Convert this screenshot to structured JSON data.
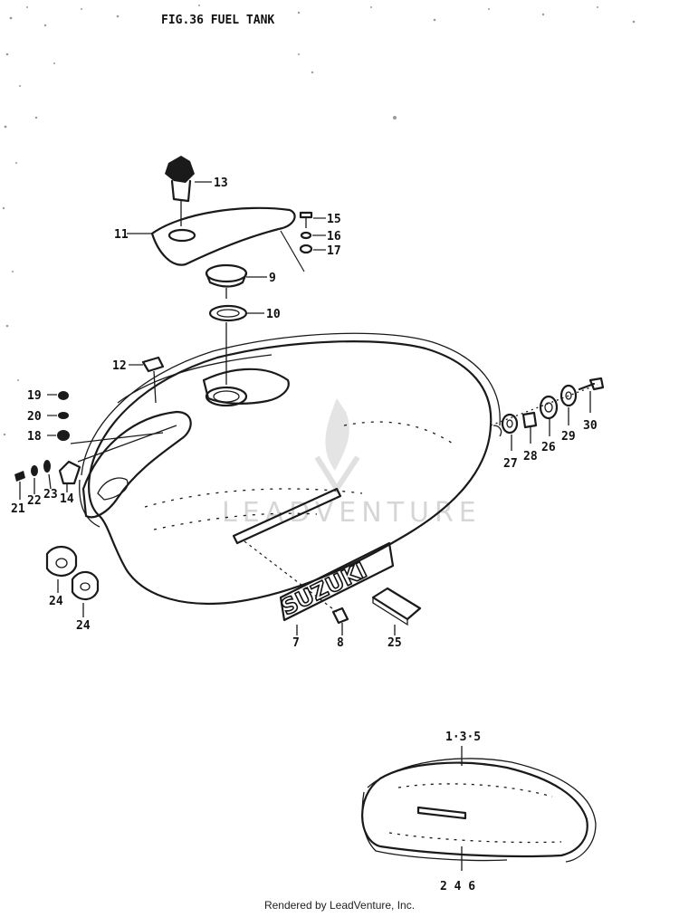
{
  "figure": {
    "title": "FIG.36  FUEL TANK"
  },
  "labels": {
    "l1": "1·3·5",
    "l2": "2  4  6",
    "l7": "7",
    "l8": "8",
    "l9": "9",
    "l10": "10",
    "l11": "11",
    "l12": "12",
    "l13": "13",
    "l14": "14",
    "l15": "15",
    "l16": "16",
    "l17": "17",
    "l18": "18",
    "l19": "19",
    "l20": "20",
    "l21": "21",
    "l22": "22",
    "l23": "23",
    "l24a": "24",
    "l24b": "24",
    "l25": "25",
    "l26": "26",
    "l27": "27",
    "l28": "28",
    "l29": "29",
    "l30": "30"
  },
  "emblem": {
    "text": "SUZUKI"
  },
  "watermark": {
    "text": "LEADVENTURE"
  },
  "footer": {
    "text": "Rendered by LeadVenture, Inc."
  }
}
